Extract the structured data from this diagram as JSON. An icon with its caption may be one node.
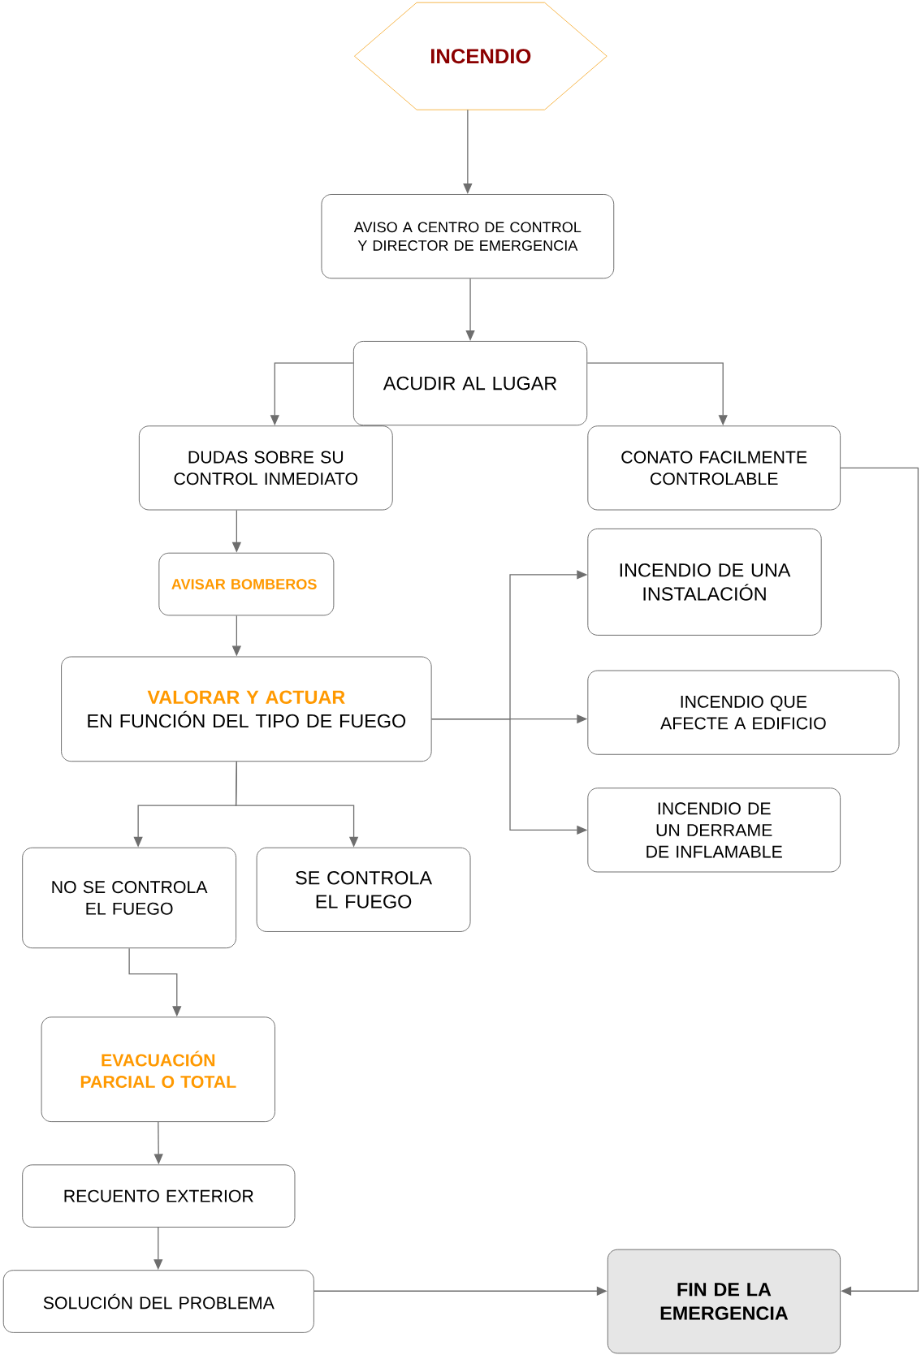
{
  "diagram": {
    "nodes": [
      {
        "text": [
          "INCENDIO"
        ]
      },
      {
        "text": [
          "AVISO A CENTRO DE CONTROL Y DIRECTOR DE EMERGENCIA"
        ]
      },
      {
        "text": [
          "ACUDIR AL LUGAR"
        ]
      },
      {
        "text": [
          "DUDAS SOBRE SU CONTROL INMEDIATO"
        ]
      },
      {
        "text": [
          "CONATO FACILMENTE CONTROLABLE"
        ]
      },
      {
        "text": [
          "AVISAR BOMBEROS"
        ]
      },
      {
        "text": [
          "VALORAR Y ACTUAR",
          "EN FUNCIÓN DEL TIPO DE FUEGO"
        ]
      },
      {
        "text": [
          "INCENDIO DE UNA INSTALACIÓN"
        ]
      },
      {
        "text": [
          "INCENDIO QUE AFECTE A EDIFICIO"
        ]
      },
      {
        "text": [
          "INCENDIO DE UN DERRAME DE INFLAMABLE"
        ]
      },
      {
        "text": [
          "NO SE CONTROLA EL FUEGO"
        ]
      },
      {
        "text": [
          "SE CONTROLA EL FUEGO"
        ]
      },
      {
        "text": [
          "EVACUACIÓN PARCIAL O TOTAL"
        ]
      },
      {
        "text": [
          "RECUENTO EXTERIOR"
        ]
      },
      {
        "text": [
          "SOLUCIÓN DEL PROBLEMA"
        ]
      },
      {
        "text": [
          "FIN DE LA EMERGENCIA"
        ]
      }
    ],
    "edges": [
      {
        "from": 0,
        "to": 1,
        "arrow": "to"
      },
      {
        "from": 1,
        "to": 2,
        "arrow": "to"
      },
      {
        "from": 2,
        "to": 3,
        "arrow": "to"
      },
      {
        "from": 2,
        "to": 4,
        "arrow": "to"
      },
      {
        "from": 3,
        "to": 5,
        "arrow": "to"
      },
      {
        "from": 5,
        "to": 6,
        "arrow": "to"
      },
      {
        "from": 6,
        "to": 7,
        "arrow": "to"
      },
      {
        "from": 6,
        "to": 8,
        "arrow": "to"
      },
      {
        "from": 6,
        "to": 9,
        "arrow": "to"
      },
      {
        "from": 6,
        "to": 10,
        "arrow": "to"
      },
      {
        "from": 6,
        "to": 11,
        "arrow": "to"
      },
      {
        "from": 10,
        "to": 12,
        "arrow": "to"
      },
      {
        "from": 12,
        "to": 13,
        "arrow": "to"
      },
      {
        "from": 13,
        "to": 14,
        "arrow": "to"
      },
      {
        "from": 14,
        "to": 15,
        "arrow": "to"
      },
      {
        "from": 4,
        "to": 15,
        "arrow": "to"
      }
    ]
  }
}
